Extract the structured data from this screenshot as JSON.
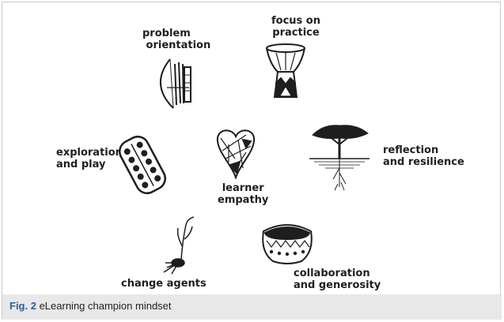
{
  "labels": {
    "problem_orientation": "problem\n orientation",
    "focus_on_practice": "focus on\npractice",
    "exploration_and_play": "exploration\nand play",
    "learner_empathy": "learner\nempathy",
    "reflection_and_resilience": "reflection\nand resilience",
    "change_agents": "change agents",
    "collaboration_and_generosity": "collaboration\nand generosity"
  },
  "caption": {
    "figure_number": "Fig. 2",
    "text": "eLearning champion mindset"
  },
  "icons": [
    "bow-and-arrows-icon",
    "drum-icon",
    "mancala-board-icon",
    "heart-icon",
    "acacia-tree-icon",
    "sprouting-seed-icon",
    "woven-basket-icon"
  ],
  "colors": {
    "ink": "#1e1e1e",
    "caption_bg": "#e8e8e8",
    "figure_label": "#2a5fa0",
    "border": "#c8c8c8"
  }
}
